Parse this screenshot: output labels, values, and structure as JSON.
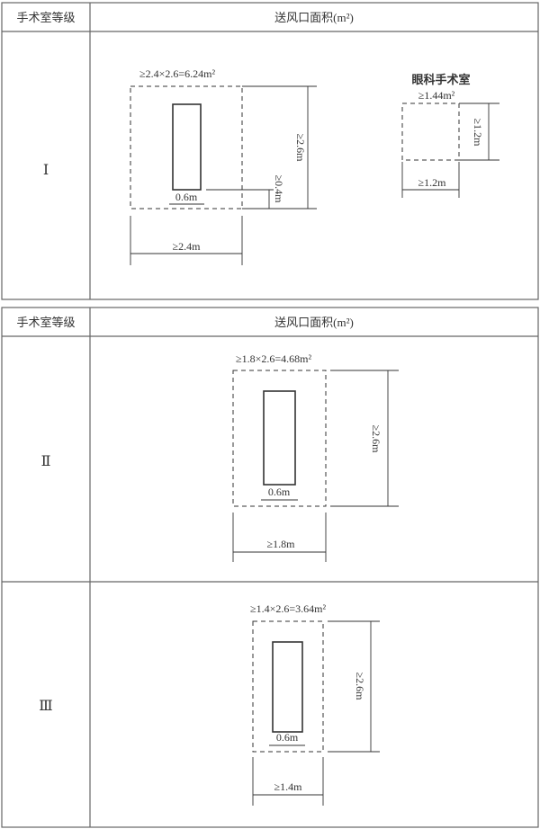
{
  "tables": [
    {
      "header": {
        "level": "手术室等级",
        "area": "送风口面积(m²)"
      },
      "rows": [
        {
          "level": "Ⅰ",
          "main": {
            "area_label": "≥2.4×2.6=6.24m²",
            "height_label": "≥2.6m",
            "offset_label": "≥0.4m",
            "inner_width_label": "0.6m",
            "width_label": "≥2.4m"
          },
          "eye": {
            "title": "眼科手术室",
            "area_label": "≥1.44m²",
            "height_label": "≥1.2m",
            "width_label": "≥1.2m"
          }
        }
      ]
    },
    {
      "header": {
        "level": "手术室等级",
        "area": "送风口面积(m²)"
      },
      "rows": [
        {
          "level": "Ⅱ",
          "main": {
            "area_label": "≥1.8×2.6=4.68m²",
            "height_label": "≥2.6m",
            "inner_width_label": "0.6m",
            "width_label": "≥1.8m"
          }
        },
        {
          "level": "Ⅲ",
          "main": {
            "area_label": "≥1.4×2.6=3.64m²",
            "height_label": "≥2.6m",
            "inner_width_label": "0.6m",
            "width_label": "≥1.4m"
          }
        }
      ]
    }
  ]
}
